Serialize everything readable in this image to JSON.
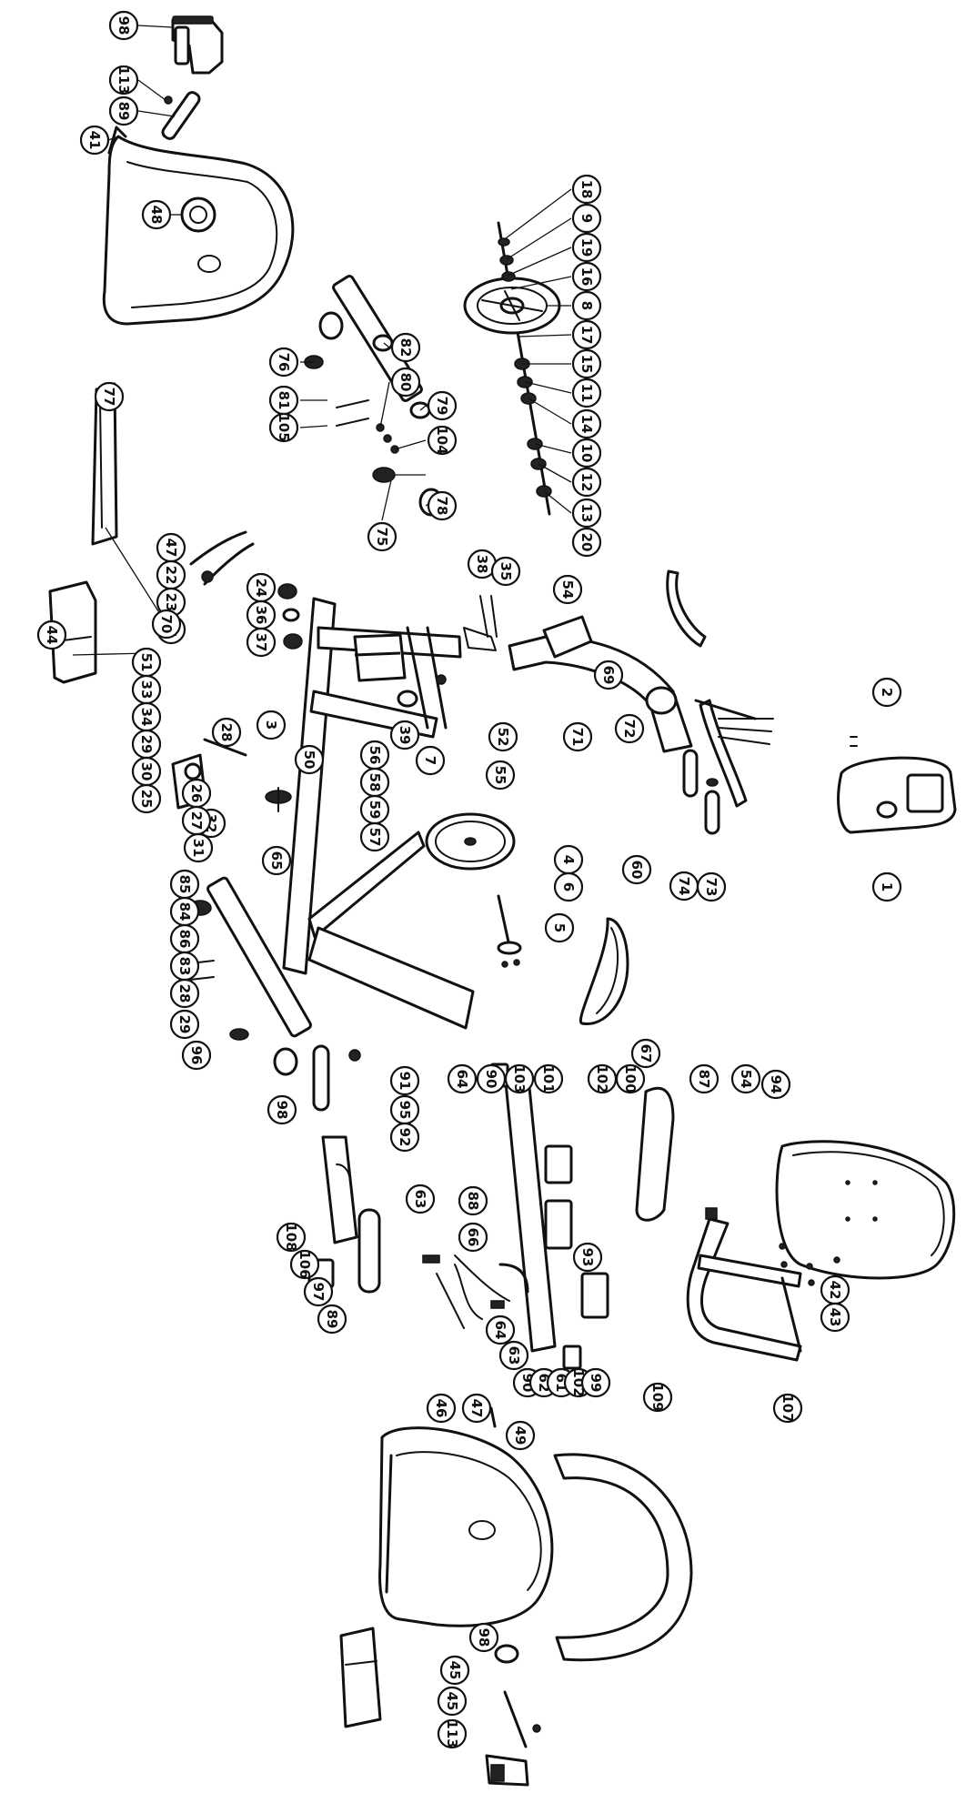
{
  "callouts": [
    "98",
    "113",
    "89",
    "41",
    "48",
    "18",
    "9",
    "19",
    "16",
    "8",
    "17",
    "15",
    "11",
    "14",
    "10",
    "12",
    "13",
    "20",
    "76",
    "82",
    "80",
    "79",
    "81",
    "105",
    "104",
    "75",
    "78",
    "77",
    "47",
    "22",
    "23",
    "21",
    "24",
    "36",
    "37",
    "38",
    "35",
    "54",
    "70",
    "44",
    "51",
    "33",
    "34",
    "29",
    "30",
    "25",
    "28",
    "32",
    "26",
    "27",
    "31",
    "65",
    "3",
    "50",
    "56",
    "58",
    "59",
    "57",
    "39",
    "7",
    "55",
    "52",
    "71",
    "69",
    "72",
    "2",
    "1",
    "4",
    "6",
    "5",
    "74",
    "73",
    "60",
    "85",
    "84",
    "86",
    "83",
    "28",
    "29",
    "96",
    "98",
    "91",
    "95",
    "92",
    "63",
    "64",
    "90",
    "103",
    "101",
    "102",
    "100",
    "67",
    "87",
    "54",
    "88",
    "66",
    "93",
    "94",
    "108",
    "106",
    "97",
    "89",
    "64",
    "63",
    "90",
    "62",
    "61",
    "102",
    "99",
    "109",
    "107",
    "42",
    "43",
    "46",
    "47",
    "49",
    "45",
    "45",
    "113",
    "98"
  ]
}
